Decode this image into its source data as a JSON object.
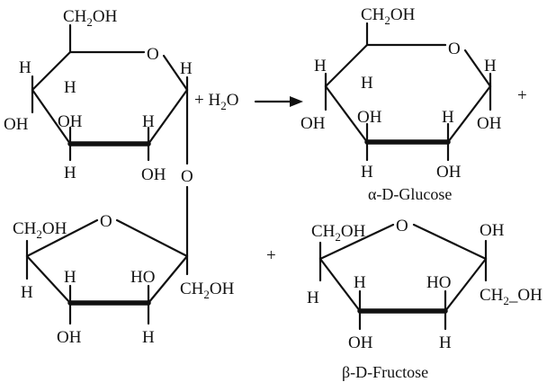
{
  "atoms": {
    "ch2oh_html": "CH<tspan dy=\"5\" font-size=\"13\">2</tspan><tspan dy=\"-5\">OH</tspan>",
    "ch2oh_break_html": "CH<tspan dy=\"5\" font-size=\"13\">2</tspan><tspan dy=\"-5\">_OH</tspan>",
    "o": "O",
    "h": "H",
    "oh": "OH",
    "ho": "HO"
  },
  "reaction": {
    "water_html": "+ H<tspan dy=\"5\" font-size=\"13\">2</tspan><tspan dy=\"-5\">O</tspan>",
    "plus": "+"
  },
  "captions": {
    "glucose": "α-D-Glucose",
    "fructose": "β-D-Fructose"
  }
}
